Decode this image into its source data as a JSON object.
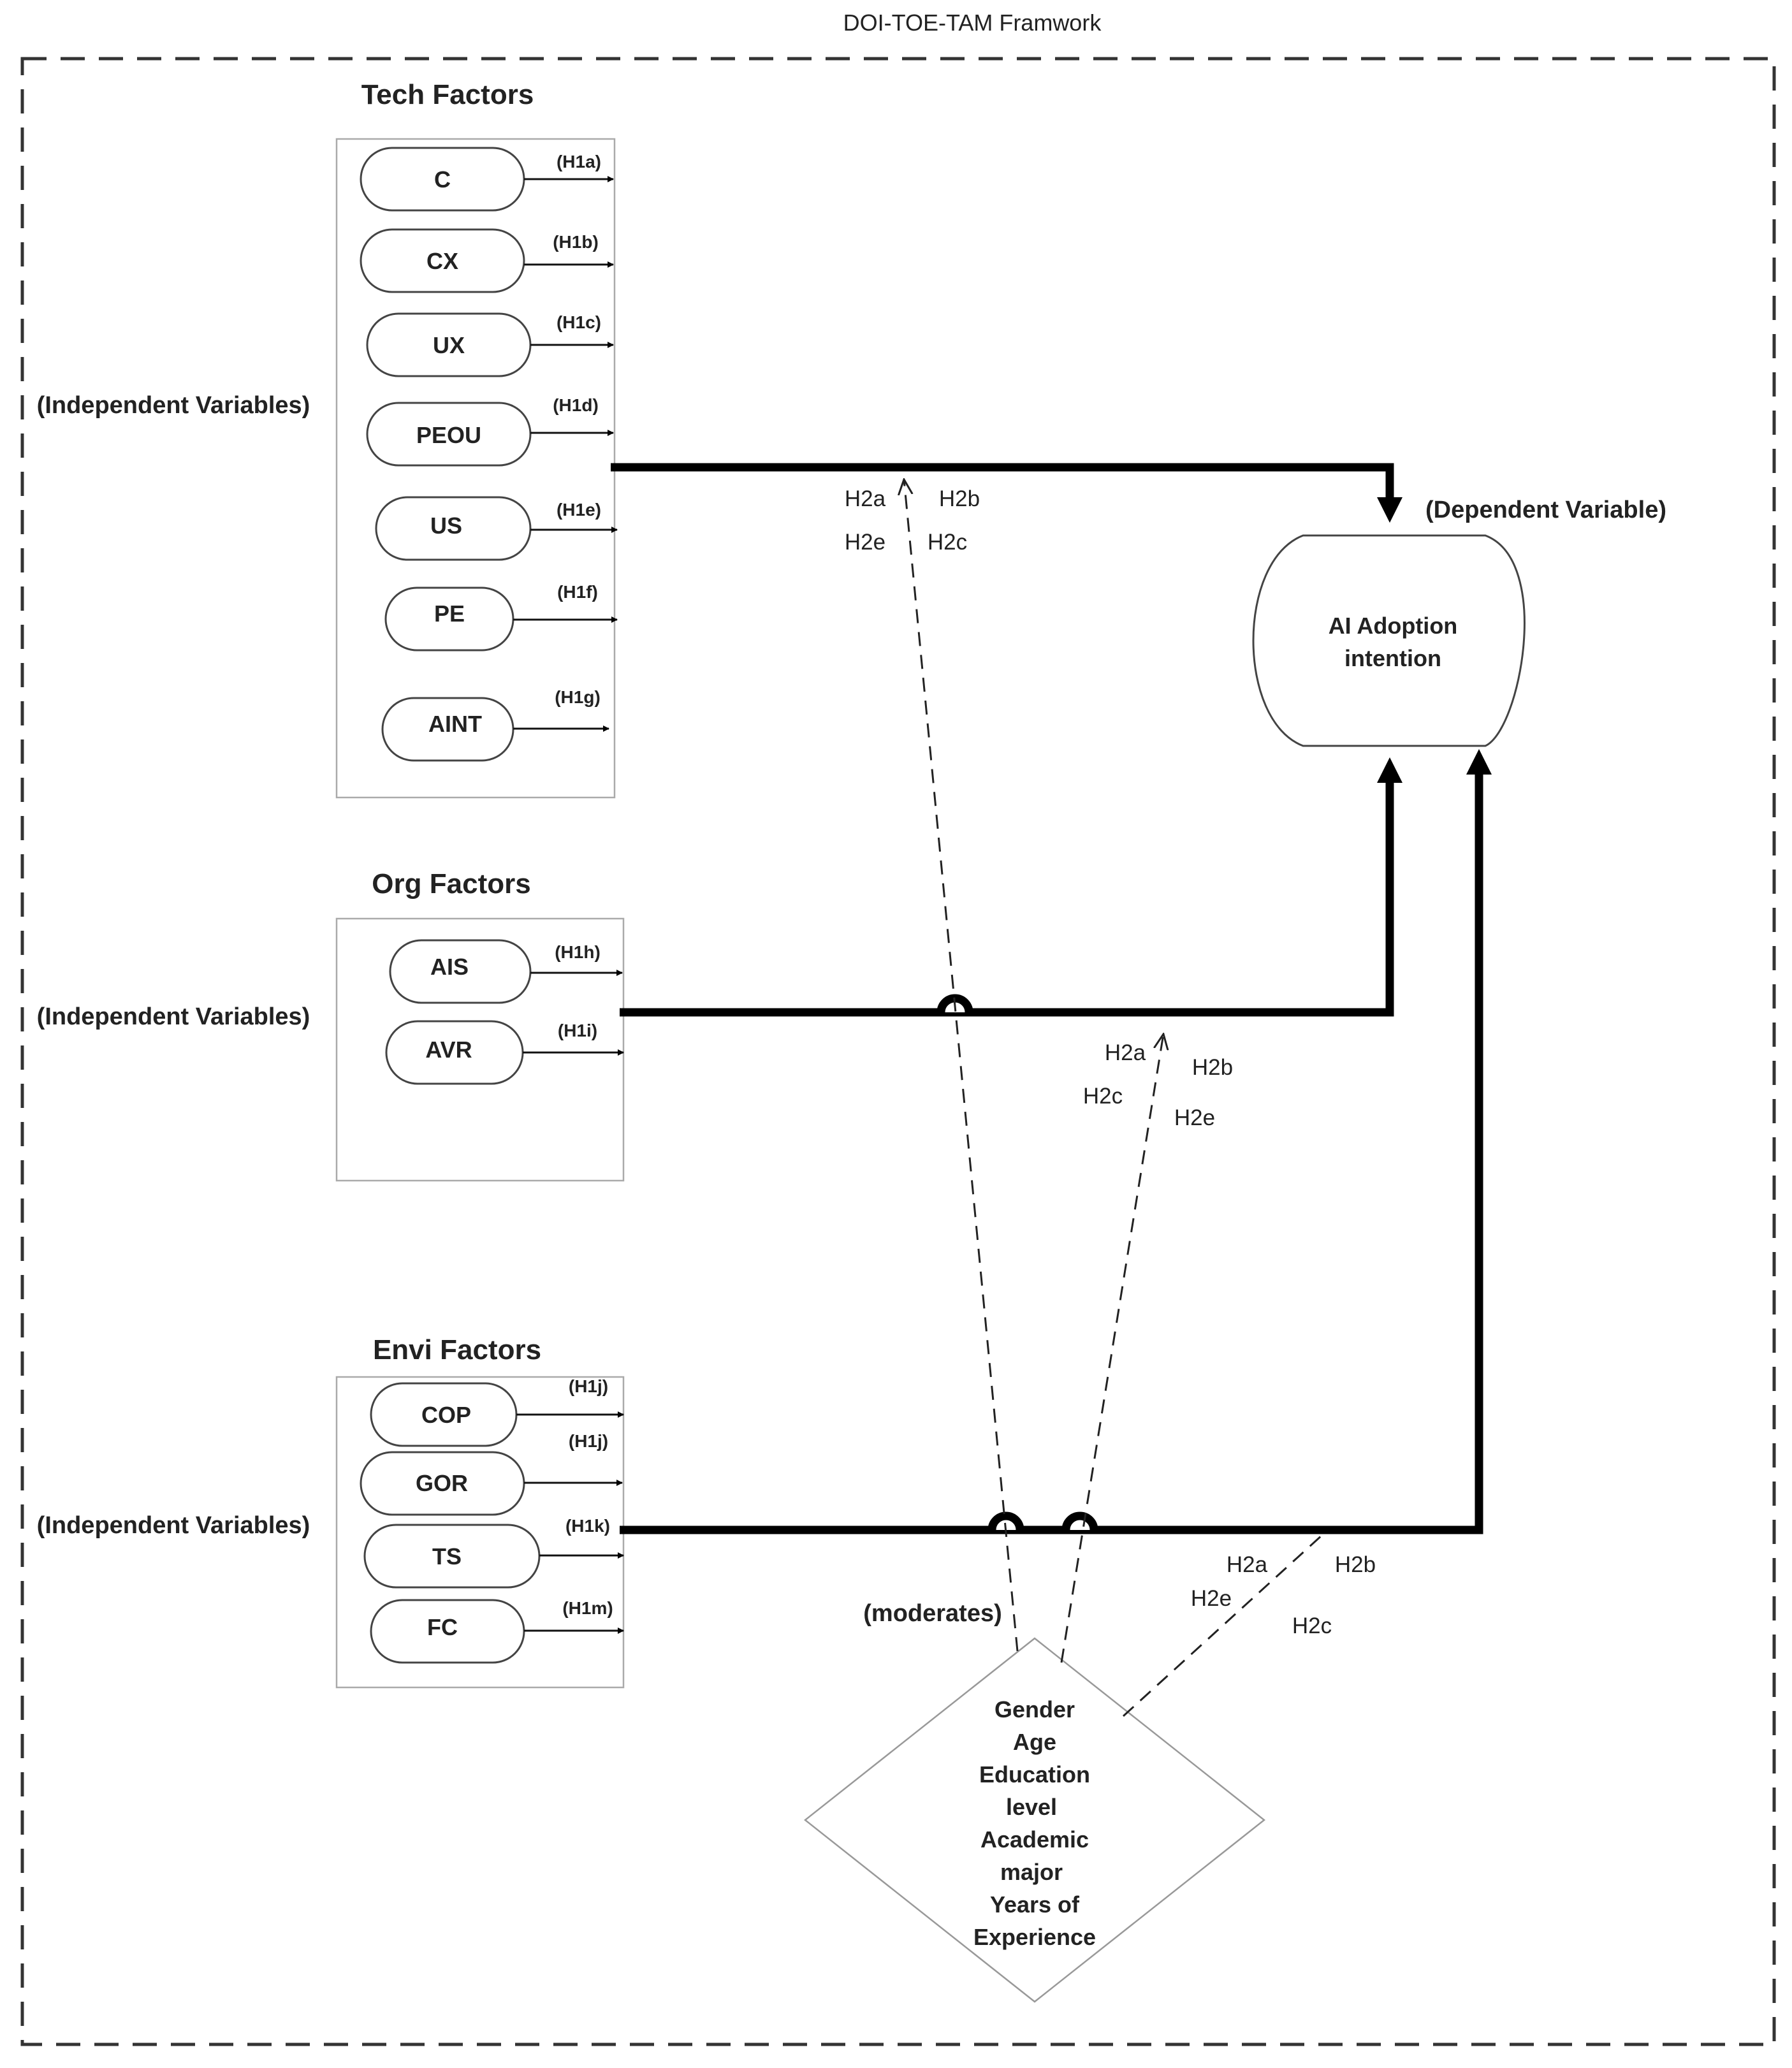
{
  "title": "DOI-TOE-TAM  Framwork",
  "labels": {
    "independent": "(Independent Variables)",
    "dependent": "(Dependent Variable)",
    "moderates": "(moderates)"
  },
  "groups": {
    "tech": {
      "title": "Tech Factors",
      "items": [
        {
          "name": "C",
          "hyp": "(H1a)"
        },
        {
          "name": "CX",
          "hyp": "(H1b)"
        },
        {
          "name": "UX",
          "hyp": "(H1c)"
        },
        {
          "name": "PEOU",
          "hyp": "(H1d)"
        },
        {
          "name": "US",
          "hyp": "(H1e)"
        },
        {
          "name": "PE",
          "hyp": "(H1f)"
        },
        {
          "name": "AINT",
          "hyp": "(H1g)"
        }
      ]
    },
    "org": {
      "title": "Org Factors",
      "items": [
        {
          "name": "AIS",
          "hyp": "(H1h)"
        },
        {
          "name": "AVR",
          "hyp": "(H1i)"
        }
      ]
    },
    "envi": {
      "title": "Envi Factors",
      "items": [
        {
          "name": "COP",
          "hyp": "(H1j)"
        },
        {
          "name": "GOR",
          "hyp": "(H1j)"
        },
        {
          "name": "TS",
          "hyp": "(H1k)"
        },
        {
          "name": "FC",
          "hyp": "(H1m)"
        }
      ]
    }
  },
  "outcome": {
    "line1": "AI Adoption",
    "line2": "intention"
  },
  "moderator": {
    "lines": [
      "Gender",
      "Age",
      "Education",
      "level",
      "Academic",
      "major",
      "Years of",
      "Experience"
    ]
  },
  "moderation": {
    "tech": [
      "H2a",
      "H2b",
      "H2e",
      "H2c"
    ],
    "org": [
      "H2a",
      "H2b",
      "H2c",
      "H2e"
    ],
    "envi": [
      "H2a",
      "H2b",
      "H2e",
      "H2c"
    ]
  }
}
